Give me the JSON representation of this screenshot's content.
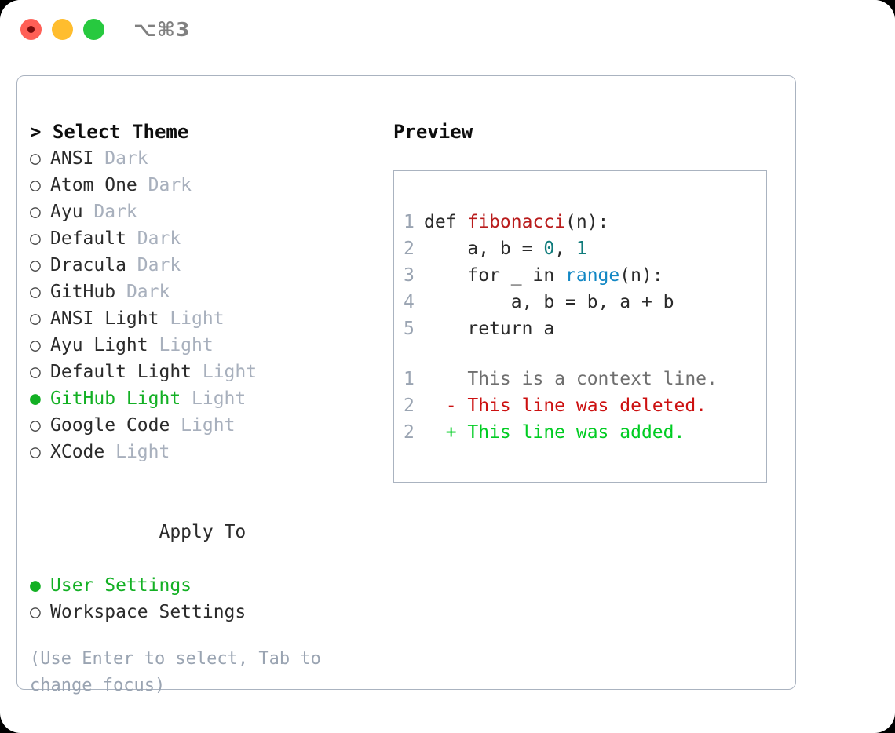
{
  "titlebar": {
    "shortcut": "⌥⌘3",
    "lights": [
      "close-light",
      "minimize-light",
      "maximize-light"
    ]
  },
  "theme_picker": {
    "header": "> Select Theme",
    "marker_unselected": "○",
    "marker_selected": "●",
    "items": [
      {
        "name": "ANSI",
        "kind": "Dark",
        "selected": false
      },
      {
        "name": "Atom One",
        "kind": "Dark",
        "selected": false
      },
      {
        "name": "Ayu",
        "kind": "Dark",
        "selected": false
      },
      {
        "name": "Default",
        "kind": "Dark",
        "selected": false
      },
      {
        "name": "Dracula",
        "kind": "Dark",
        "selected": false
      },
      {
        "name": "GitHub",
        "kind": "Dark",
        "selected": false
      },
      {
        "name": "ANSI Light",
        "kind": "Light",
        "selected": false
      },
      {
        "name": "Ayu Light",
        "kind": "Light",
        "selected": false
      },
      {
        "name": "Default Light",
        "kind": "Light",
        "selected": false
      },
      {
        "name": "GitHub Light",
        "kind": "Light",
        "selected": true
      },
      {
        "name": "Google Code",
        "kind": "Light",
        "selected": false
      },
      {
        "name": "XCode",
        "kind": "Light",
        "selected": false
      }
    ]
  },
  "apply_to": {
    "header": "Apply To",
    "items": [
      {
        "name": "User Settings",
        "selected": true
      },
      {
        "name": "Workspace Settings",
        "selected": false
      }
    ]
  },
  "hint": "(Use Enter to select, Tab to change focus)",
  "preview": {
    "title": "Preview",
    "code_lines": [
      {
        "num": "1",
        "text": "def fibonacci(n):"
      },
      {
        "num": "2",
        "text": "    a, b = 0, 1"
      },
      {
        "num": "3",
        "text": "    for _ in range(n):"
      },
      {
        "num": "4",
        "text": "        a, b = b, a + b"
      },
      {
        "num": "5",
        "text": "    return a"
      }
    ],
    "diff_lines": [
      {
        "num": "1",
        "sign": " ",
        "text": "This is a context line.",
        "kind": "context"
      },
      {
        "num": "2",
        "sign": "-",
        "text": "This line was deleted.",
        "kind": "deleted"
      },
      {
        "num": "2",
        "sign": "+",
        "text": "This line was added.",
        "kind": "added"
      }
    ]
  },
  "colors": {
    "accent_green": "#13b024",
    "muted": "#a8b0bd",
    "border": "#aab3c0",
    "function_red": "#b91c1c",
    "number_teal": "#0f7b7b",
    "call_blue": "#1287c4",
    "diff_deleted": "#cc1111",
    "diff_added": "#00cc22",
    "line_number": "#9aa4b2"
  }
}
